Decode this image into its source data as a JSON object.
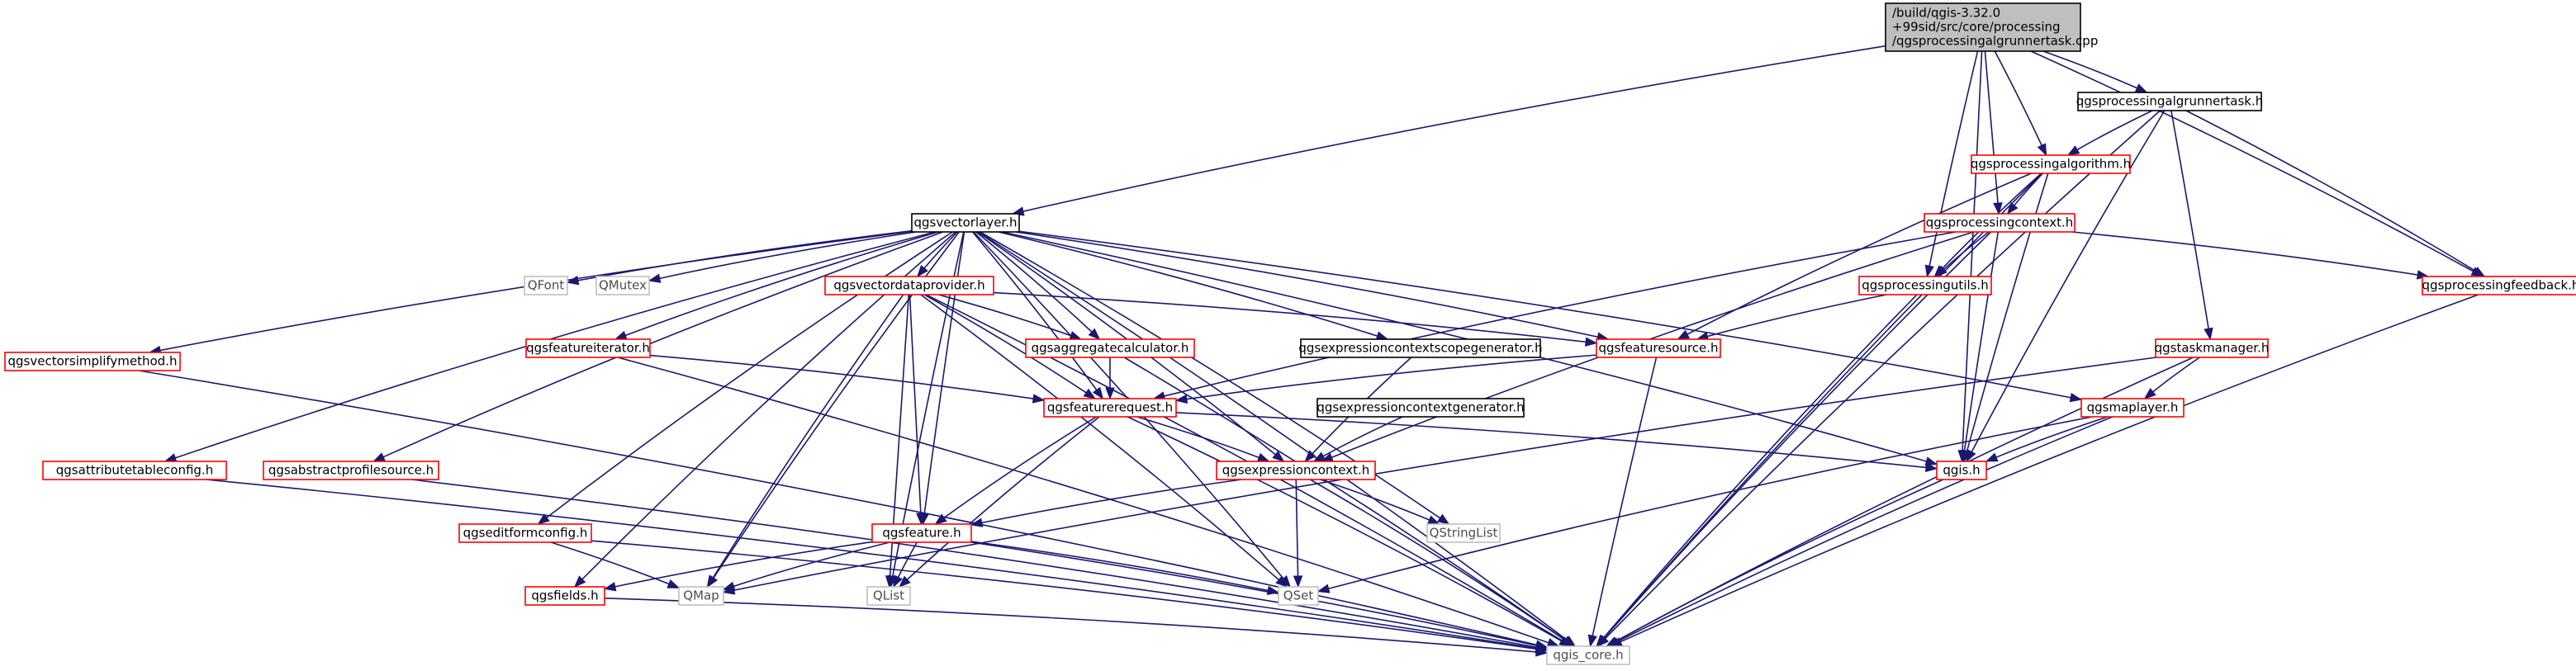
{
  "diagram": {
    "type": "include-dependency-graph",
    "colors": {
      "edge": "#191970",
      "red_border": "#ff0000",
      "gray_border": "#bfbfbf",
      "black_border": "#000000",
      "root_fill": "#bfbfbf",
      "gray_text": "#4d4d4d"
    },
    "nodes": [
      {
        "id": "root",
        "lines": [
          "/build/qgis-3.32.0",
          "+99sid/src/core/processing",
          "/qgsprocessingalgrunnertask.cpp"
        ],
        "style": "root"
      },
      {
        "id": "algrunner",
        "lines": [
          "qgsprocessingalgrunnertask.h"
        ],
        "style": "black"
      },
      {
        "id": "procalg",
        "lines": [
          "qgsprocessingalgorithm.h"
        ],
        "style": "red"
      },
      {
        "id": "vectorlayer",
        "lines": [
          "qgsvectorlayer.h"
        ],
        "style": "black"
      },
      {
        "id": "proccontext",
        "lines": [
          "qgsprocessingcontext.h"
        ],
        "style": "red"
      },
      {
        "id": "qfont",
        "lines": [
          "QFont"
        ],
        "style": "gray"
      },
      {
        "id": "qmutex",
        "lines": [
          "QMutex"
        ],
        "style": "gray"
      },
      {
        "id": "vdp",
        "lines": [
          "qgsvectordataprovider.h"
        ],
        "style": "red"
      },
      {
        "id": "procutils",
        "lines": [
          "qgsprocessingutils.h"
        ],
        "style": "red"
      },
      {
        "id": "procfeedback",
        "lines": [
          "qgsprocessingfeedback.h"
        ],
        "style": "red"
      },
      {
        "id": "simplify",
        "lines": [
          "qgsvectorsimplifymethod.h"
        ],
        "style": "red"
      },
      {
        "id": "featiter",
        "lines": [
          "qgsfeatureiterator.h"
        ],
        "style": "red"
      },
      {
        "id": "aggcalc",
        "lines": [
          "qgsaggregatecalculator.h"
        ],
        "style": "red"
      },
      {
        "id": "exprscopegen",
        "lines": [
          "qgsexpressioncontextscopegenerator.h"
        ],
        "style": "black"
      },
      {
        "id": "featsource",
        "lines": [
          "qgsfeaturesource.h"
        ],
        "style": "red"
      },
      {
        "id": "taskmgr",
        "lines": [
          "qgstaskmanager.h"
        ],
        "style": "red"
      },
      {
        "id": "featreq",
        "lines": [
          "qgsfeaturerequest.h"
        ],
        "style": "red"
      },
      {
        "id": "exprctxgen",
        "lines": [
          "qgsexpressioncontextgenerator.h"
        ],
        "style": "black"
      },
      {
        "id": "maplayer",
        "lines": [
          "qgsmaplayer.h"
        ],
        "style": "red"
      },
      {
        "id": "attrtable",
        "lines": [
          "qgsattributetableconfig.h"
        ],
        "style": "red"
      },
      {
        "id": "absprofile",
        "lines": [
          "qgsabstractprofilesource.h"
        ],
        "style": "red"
      },
      {
        "id": "exprctx",
        "lines": [
          "qgsexpressioncontext.h"
        ],
        "style": "red"
      },
      {
        "id": "qgish",
        "lines": [
          "qgis.h"
        ],
        "style": "red"
      },
      {
        "id": "editform",
        "lines": [
          "qgseditformconfig.h"
        ],
        "style": "red"
      },
      {
        "id": "feature",
        "lines": [
          "qgsfeature.h"
        ],
        "style": "red"
      },
      {
        "id": "qstringlist",
        "lines": [
          "QStringList"
        ],
        "style": "gray"
      },
      {
        "id": "fields",
        "lines": [
          "qgsfields.h"
        ],
        "style": "red"
      },
      {
        "id": "qmap",
        "lines": [
          "QMap"
        ],
        "style": "gray"
      },
      {
        "id": "qlist",
        "lines": [
          "QList"
        ],
        "style": "gray"
      },
      {
        "id": "qset",
        "lines": [
          "QSet"
        ],
        "style": "gray"
      },
      {
        "id": "qgiscore",
        "lines": [
          "qgis_core.h"
        ],
        "style": "gray"
      }
    ],
    "edges": [
      [
        "root",
        "vectorlayer"
      ],
      [
        "root",
        "algrunner"
      ],
      [
        "root",
        "procalg"
      ],
      [
        "root",
        "proccontext"
      ],
      [
        "root",
        "procutils"
      ],
      [
        "root",
        "procfeedback"
      ],
      [
        "root",
        "qgish"
      ],
      [
        "algrunner",
        "procalg"
      ],
      [
        "algrunner",
        "procfeedback"
      ],
      [
        "algrunner",
        "taskmgr"
      ],
      [
        "algrunner",
        "qgish"
      ],
      [
        "algrunner",
        "qgiscore"
      ],
      [
        "procalg",
        "proccontext"
      ],
      [
        "procalg",
        "procutils"
      ],
      [
        "procalg",
        "featsource"
      ],
      [
        "procalg",
        "qgish"
      ],
      [
        "procalg",
        "qgiscore"
      ],
      [
        "proccontext",
        "procutils"
      ],
      [
        "proccontext",
        "procfeedback"
      ],
      [
        "proccontext",
        "featreq"
      ],
      [
        "proccontext",
        "exprctx"
      ],
      [
        "proccontext",
        "qgish"
      ],
      [
        "proccontext",
        "qgiscore"
      ],
      [
        "procutils",
        "featsource"
      ],
      [
        "procutils",
        "qgiscore"
      ],
      [
        "procfeedback",
        "qgiscore"
      ],
      [
        "taskmgr",
        "maplayer"
      ],
      [
        "taskmgr",
        "qmap"
      ],
      [
        "taskmgr",
        "qgiscore"
      ],
      [
        "maplayer",
        "qgish"
      ],
      [
        "maplayer",
        "qset"
      ],
      [
        "maplayer",
        "qgiscore"
      ],
      [
        "vectorlayer",
        "qfont"
      ],
      [
        "vectorlayer",
        "qmutex"
      ],
      [
        "vectorlayer",
        "vdp"
      ],
      [
        "vectorlayer",
        "simplify"
      ],
      [
        "vectorlayer",
        "featiter"
      ],
      [
        "vectorlayer",
        "aggcalc"
      ],
      [
        "vectorlayer",
        "exprscopegen"
      ],
      [
        "vectorlayer",
        "featsource"
      ],
      [
        "vectorlayer",
        "featreq"
      ],
      [
        "vectorlayer",
        "maplayer"
      ],
      [
        "vectorlayer",
        "attrtable"
      ],
      [
        "vectorlayer",
        "absprofile"
      ],
      [
        "vectorlayer",
        "exprctx"
      ],
      [
        "vectorlayer",
        "qgish"
      ],
      [
        "vectorlayer",
        "editform"
      ],
      [
        "vectorlayer",
        "feature"
      ],
      [
        "vectorlayer",
        "qstringlist"
      ],
      [
        "vectorlayer",
        "fields"
      ],
      [
        "vectorlayer",
        "qmap"
      ],
      [
        "vectorlayer",
        "qlist"
      ],
      [
        "vectorlayer",
        "qset"
      ],
      [
        "vectorlayer",
        "qgiscore"
      ],
      [
        "vdp",
        "aggcalc"
      ],
      [
        "vdp",
        "featsource"
      ],
      [
        "vdp",
        "featreq"
      ],
      [
        "vdp",
        "feature"
      ],
      [
        "vdp",
        "qmap"
      ],
      [
        "vdp",
        "qlist"
      ],
      [
        "vdp",
        "qset"
      ],
      [
        "vdp",
        "qgiscore"
      ],
      [
        "simplify",
        "qgiscore"
      ],
      [
        "featiter",
        "featreq"
      ],
      [
        "featiter",
        "qgiscore"
      ],
      [
        "aggcalc",
        "featreq"
      ],
      [
        "aggcalc",
        "qgiscore"
      ],
      [
        "exprscopegen",
        "exprctx"
      ],
      [
        "featsource",
        "featreq"
      ],
      [
        "featsource",
        "qgiscore"
      ],
      [
        "featreq",
        "exprctx"
      ],
      [
        "featreq",
        "feature"
      ],
      [
        "featreq",
        "qgish"
      ],
      [
        "featreq",
        "qlist"
      ],
      [
        "featreq",
        "qgiscore"
      ],
      [
        "exprctxgen",
        "exprctx"
      ],
      [
        "exprctx",
        "feature"
      ],
      [
        "exprctx",
        "qstringlist"
      ],
      [
        "exprctx",
        "qset"
      ],
      [
        "exprctx",
        "qgiscore"
      ],
      [
        "attrtable",
        "qgiscore"
      ],
      [
        "absprofile",
        "qgiscore"
      ],
      [
        "editform",
        "qmap"
      ],
      [
        "editform",
        "qgiscore"
      ],
      [
        "feature",
        "fields"
      ],
      [
        "feature",
        "qmap"
      ],
      [
        "feature",
        "qlist"
      ],
      [
        "feature",
        "qset"
      ],
      [
        "feature",
        "qgiscore"
      ],
      [
        "fields",
        "qgiscore"
      ],
      [
        "qgish",
        "qgiscore"
      ]
    ]
  }
}
